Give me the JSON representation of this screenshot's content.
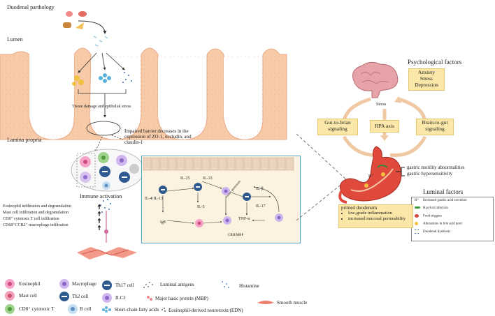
{
  "left": {
    "duodenal_pathology": "Duodenal parthology",
    "lumen": "Lumen",
    "tissue_damage": "Tissue damage and epithelial stress",
    "lamina_propria": "Lamina propria",
    "impaired_barrier": "Impaired barrier decreases in the expression of ZO-1, occludin, and claudin-1",
    "immune_activation": "Immune activation",
    "infiltration": [
      "Eosinophil infiltration and degranulation",
      "Mast cell infiltration and degranulation",
      "CD8⁺ cytotoxic T cell infiltration",
      "CD68⁺CCR2⁺ macrophage  infiltration"
    ]
  },
  "inset": {
    "labels": [
      "IL-25",
      "IL-33",
      "IL-4/IL-13",
      "IL-5",
      "IgE",
      "IL-β",
      "IL-17",
      "TNF-α",
      "CRH/MBP",
      "tissue proteases"
    ]
  },
  "right": {
    "psychological_factors": "Psychological factors",
    "anxiety_box": [
      "Anxiety",
      "Stress",
      "Depression"
    ],
    "stress": "Stress",
    "gut_to_brain": [
      "Gut-to-brian",
      "signaling"
    ],
    "hpa_axis": "HPA axis",
    "brain_to_gut": [
      "Brain-to-gut",
      "signaling"
    ],
    "motility": [
      "gastric motility abnormalities",
      "gastric hypersensitivity"
    ],
    "luminal_factors": "Luminal factors",
    "luminal_items": [
      "Increased gastric acid secretion",
      "H.pylori infection",
      "Food triggers",
      "Alterations in bile acid pool",
      "Duodenal dysbiosis"
    ],
    "luminal_glyph": "H⁺",
    "primed_title": "primed duodenum",
    "primed_items": [
      "low-grade inflammation",
      "increased mucosal permeability"
    ]
  },
  "legend": {
    "eosinophil": "Eosinophil",
    "macrophage": "Macrophage",
    "th17": "Th17 cell",
    "luminal_antigens": "Luminal antigens",
    "histamine": "Histamine",
    "mast_cell": "Mast cell",
    "th2": "Th2 cell",
    "ilc2": "ILC2",
    "mbp": "Major basic protein (MBP)",
    "smooth_muscle": "Smooth muscle",
    "cd8": "CD8⁺ cytotoxic T",
    "b_cell": "B cell",
    "scfa": "Short-chain fatty acids",
    "edn": "Eosinophil-derived neurotoxin (EDN)"
  },
  "colors": {
    "villus": "#f7cba8",
    "villus_dots": "#e79f7c",
    "inset_border": "#5aa6cc",
    "inset_bg": "#fbf3df",
    "yellow_box": "#fbe7a8",
    "stomach": "#e04a3d"
  }
}
